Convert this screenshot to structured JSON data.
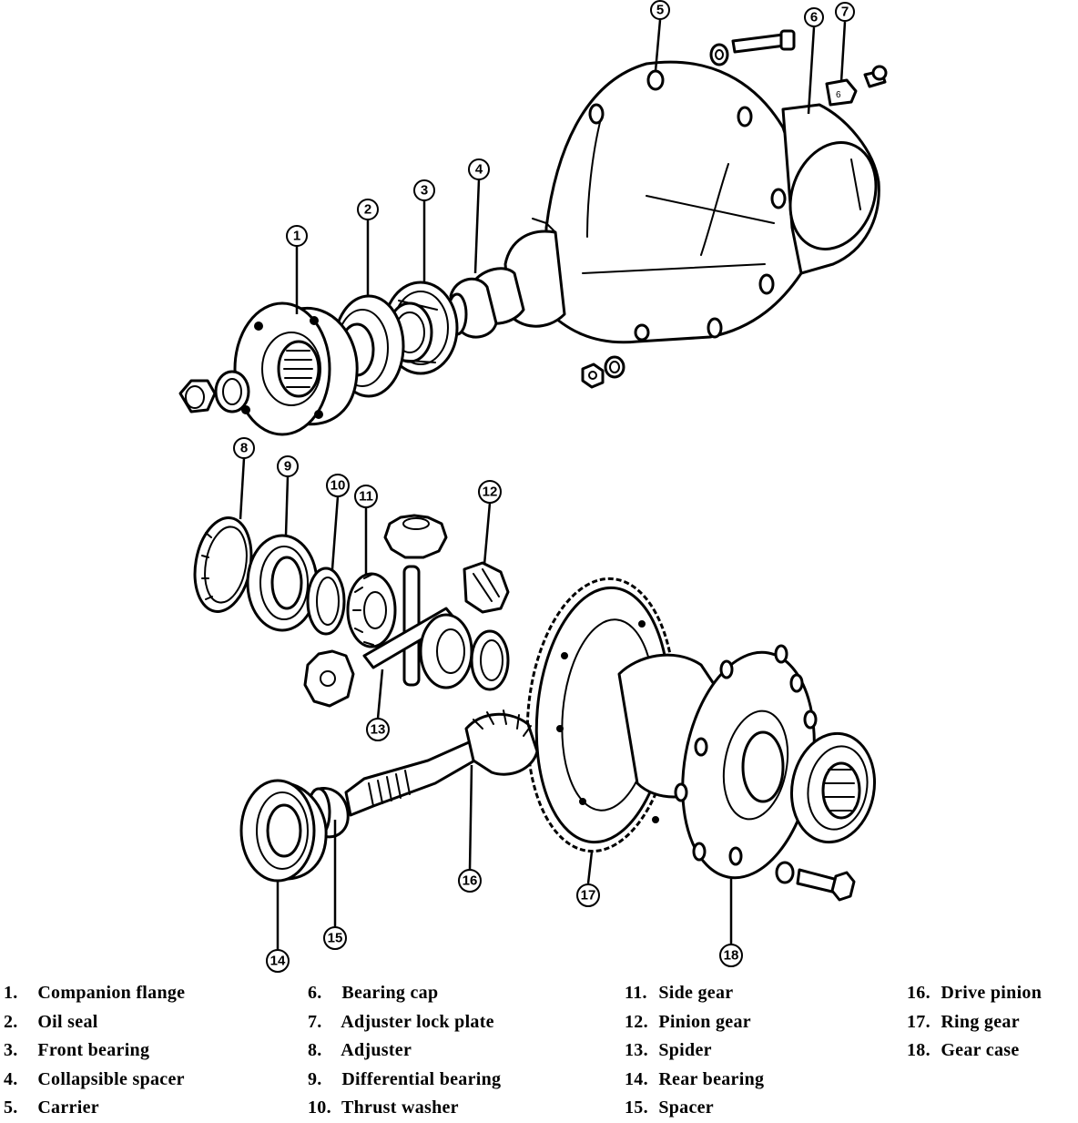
{
  "diagram": {
    "callouts": [
      "1",
      "2",
      "3",
      "4",
      "5",
      "6",
      "7",
      "8",
      "9",
      "10",
      "11",
      "12",
      "13",
      "14",
      "15",
      "16",
      "17",
      "18"
    ]
  },
  "legend": {
    "col1": [
      {
        "num": "1.",
        "label": "Companion flange"
      },
      {
        "num": "2.",
        "label": "Oil seal"
      },
      {
        "num": "3.",
        "label": "Front bearing"
      },
      {
        "num": "4.",
        "label": "Collapsible spacer"
      },
      {
        "num": "5.",
        "label": "Carrier"
      }
    ],
    "col2": [
      {
        "num": "6.",
        "label": "Bearing cap"
      },
      {
        "num": "7.",
        "label": "Adjuster lock plate"
      },
      {
        "num": "8.",
        "label": "Adjuster"
      },
      {
        "num": "9.",
        "label": "Differential bearing"
      },
      {
        "num": "10.",
        "label": "Thrust washer"
      }
    ],
    "col3": [
      {
        "num": "11.",
        "label": "Side gear"
      },
      {
        "num": "12.",
        "label": "Pinion gear"
      },
      {
        "num": "13.",
        "label": "Spider"
      },
      {
        "num": "14.",
        "label": "Rear bearing"
      },
      {
        "num": "15.",
        "label": "Spacer"
      }
    ],
    "col4": [
      {
        "num": "16.",
        "label": "Drive pinion"
      },
      {
        "num": "17.",
        "label": "Ring gear"
      },
      {
        "num": "18.",
        "label": "Gear case"
      }
    ]
  }
}
